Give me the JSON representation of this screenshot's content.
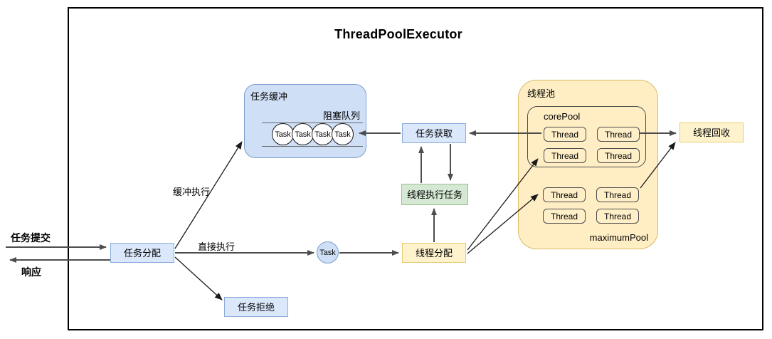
{
  "diagram": {
    "title": "ThreadPoolExecutor",
    "io": {
      "submit": "任务提交",
      "response": "响应"
    },
    "edge_labels": {
      "buffered_exec": "缓冲执行",
      "direct_exec": "直接执行"
    },
    "nodes": {
      "task_dispatch": "任务分配",
      "task_reject": "任务拒绝",
      "task_fetch": "任务获取",
      "thread_execute": "线程执行任务",
      "thread_dispatch": "线程分配",
      "thread_recycle": "线程回收",
      "task_unit": "Task"
    },
    "task_buffer": {
      "label": "任务缓冲",
      "queue_label": "阻塞队列",
      "tasks": [
        "Task",
        "Task",
        "Task",
        "Task"
      ]
    },
    "thread_pool": {
      "label": "线程池",
      "core_pool": {
        "label": "corePool",
        "threads": [
          "Thread",
          "Thread",
          "Thread",
          "Thread"
        ]
      },
      "maximum_pool": {
        "label": "maximumPool",
        "threads": [
          "Thread",
          "Thread",
          "Thread",
          "Thread"
        ]
      }
    },
    "colors": {
      "blue_fill": "#dbe8fc",
      "blue_border": "#8aabdb",
      "green_fill": "#d5e8d4",
      "green_border": "#94c186",
      "yellow_fill": "#fff3ce",
      "yellow_border": "#e6cb6f",
      "pool_fill": "#ffeec4",
      "pool_border": "#d8ba62",
      "connector_gray": "#4d4d4d",
      "connector_black": "#1a1a1a"
    }
  }
}
